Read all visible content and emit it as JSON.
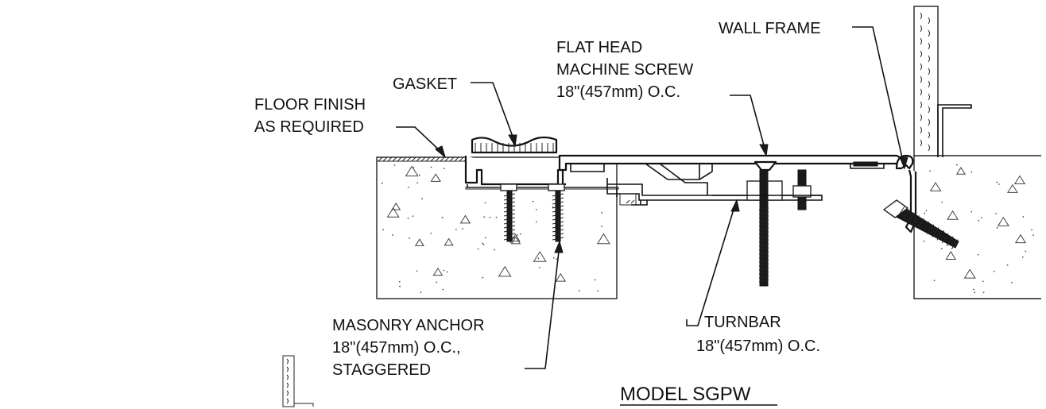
{
  "labels": {
    "wall_frame": "WALL FRAME",
    "flat_head_1": "FLAT HEAD",
    "flat_head_2": "MACHINE SCREW",
    "flat_head_3": "18\"(457mm) O.C.",
    "gasket": "GASKET",
    "floor_finish_1": "FLOOR FINISH",
    "floor_finish_2": "AS REQUIRED",
    "masonry_1": "MASONRY ANCHOR",
    "masonry_2": "18\"(457mm) O.C.,",
    "masonry_3": "STAGGERED",
    "turnbar_1": "TURNBAR",
    "turnbar_2": "18\"(457mm) O.C."
  },
  "title": "MODEL SGPW",
  "colors": {
    "line": "#111111",
    "background": "#ffffff"
  }
}
